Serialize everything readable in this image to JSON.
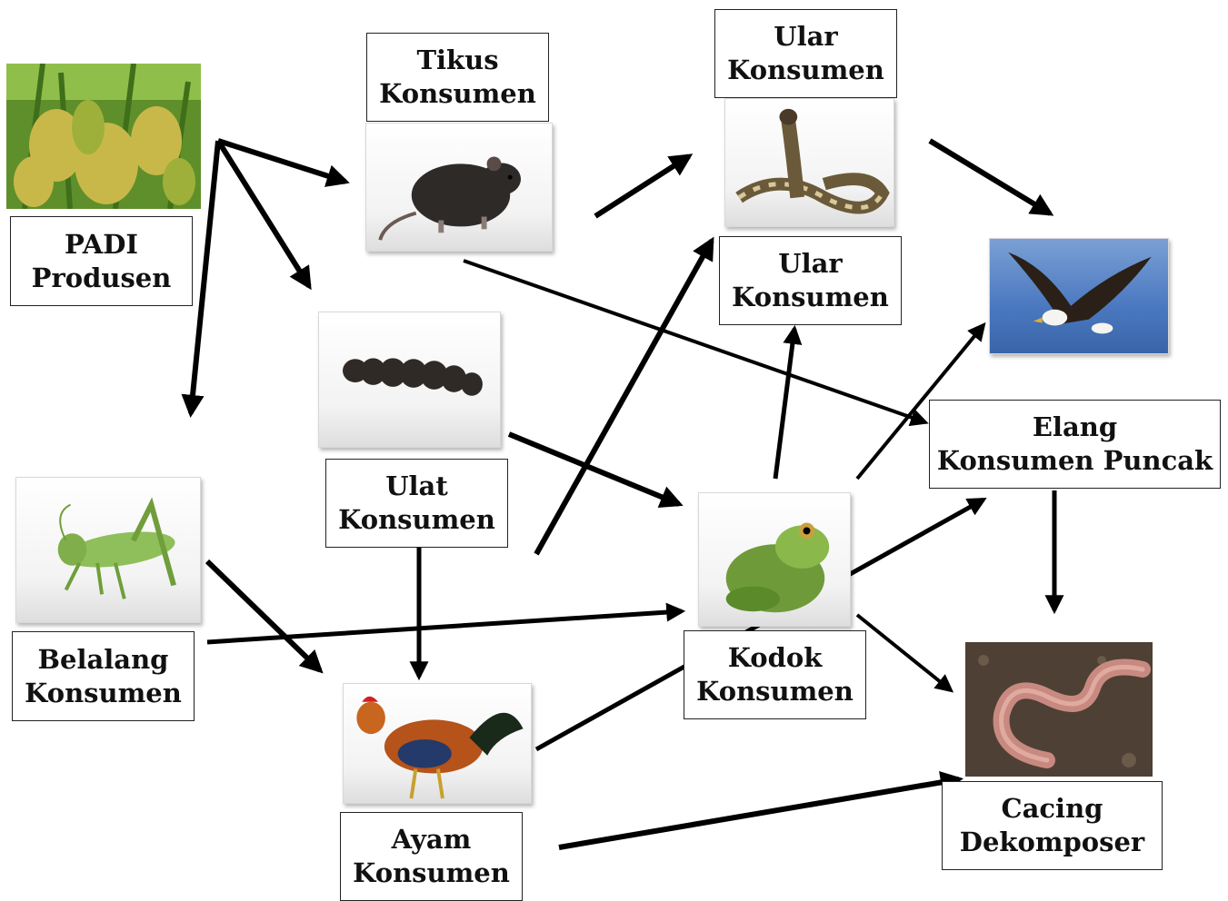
{
  "nodes": {
    "padi": {
      "name": "PADI",
      "role": "Produsen"
    },
    "tikus": {
      "name": "Tikus",
      "role": "Konsumen"
    },
    "ular_top": {
      "name": "Ular",
      "role": "Konsumen"
    },
    "ular_mid": {
      "name": "Ular",
      "role": "Konsumen"
    },
    "ulat": {
      "name": "Ulat",
      "role": "Konsumen"
    },
    "belalang": {
      "name": "Belalang",
      "role": "Konsumen"
    },
    "kodok": {
      "name": "Kodok",
      "role": "Konsumen"
    },
    "ayam": {
      "name": "Ayam",
      "role": "Konsumen"
    },
    "elang": {
      "name": "Elang",
      "role": "Konsumen Puncak"
    },
    "cacing": {
      "name": "Cacing",
      "role": "Dekomposer"
    }
  },
  "pictures": [
    "rice-plant",
    "rat",
    "cobra-snake",
    "caterpillar",
    "grasshopper",
    "frog",
    "rooster",
    "eagle",
    "earthworm"
  ],
  "edges": [
    {
      "from": "padi",
      "to": "tikus"
    },
    {
      "from": "padi",
      "to": "ulat"
    },
    {
      "from": "padi",
      "to": "belalang"
    },
    {
      "from": "tikus",
      "to": "ular_top"
    },
    {
      "from": "tikus",
      "to": "elang"
    },
    {
      "from": "ular_top",
      "to": "elang"
    },
    {
      "from": "ulat",
      "to": "kodok"
    },
    {
      "from": "ulat",
      "to": "ayam"
    },
    {
      "from": "ulat",
      "to": "ular_top"
    },
    {
      "from": "belalang",
      "to": "ayam"
    },
    {
      "from": "belalang",
      "to": "kodok"
    },
    {
      "from": "kodok",
      "to": "ular_mid"
    },
    {
      "from": "kodok",
      "to": "elang"
    },
    {
      "from": "kodok",
      "to": "cacing"
    },
    {
      "from": "ayam",
      "to": "elang"
    },
    {
      "from": "ayam",
      "to": "cacing"
    },
    {
      "from": "elang",
      "to": "cacing"
    }
  ],
  "colors": {
    "arrow": "#000000",
    "label_border": "#222222",
    "label_text": "#111111"
  }
}
